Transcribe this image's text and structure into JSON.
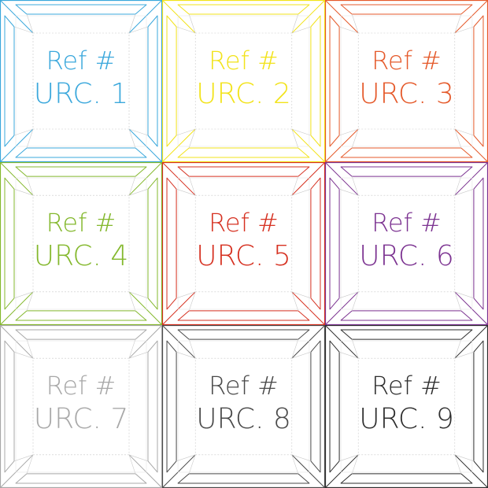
{
  "tiles": [
    {
      "ref": "Ref #",
      "code": "URC. 1",
      "color": "#3ba8dc"
    },
    {
      "ref": "Ref #",
      "code": "URC. 2",
      "color": "#f2e31b"
    },
    {
      "ref": "Ref #",
      "code": "URC. 3",
      "color": "#e55a2b"
    },
    {
      "ref": "Ref #",
      "code": "URC. 4",
      "color": "#84b82d"
    },
    {
      "ref": "Ref #",
      "code": "URC. 5",
      "color": "#d63121"
    },
    {
      "ref": "Ref #",
      "code": "URC. 6",
      "color": "#7c3391"
    },
    {
      "ref": "Ref #",
      "code": "URC. 7",
      "color": "#a8a8a8"
    },
    {
      "ref": "Ref #",
      "code": "URC. 8",
      "color": "#4a4a4a"
    },
    {
      "ref": "Ref #",
      "code": "URC. 9",
      "color": "#2e2e2e"
    }
  ],
  "guide_color": "#c9c9c9"
}
